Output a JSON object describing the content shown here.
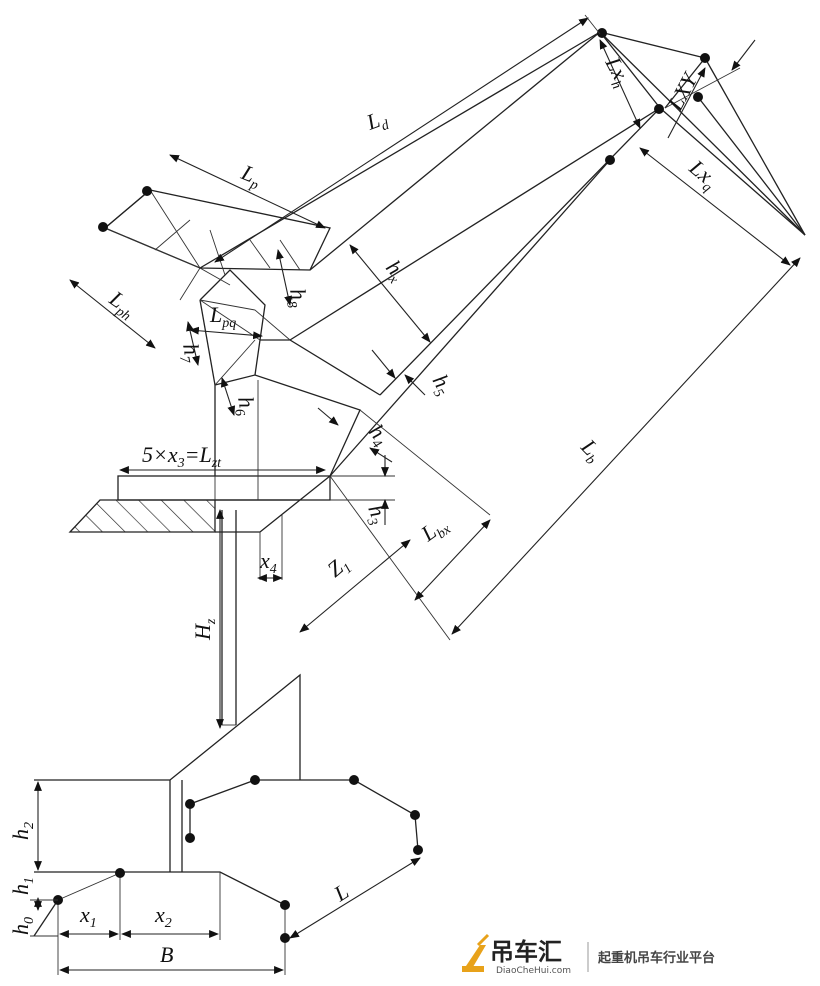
{
  "labels": {
    "Ld": {
      "base": "L",
      "sub": "d"
    },
    "Lp": {
      "base": "L",
      "sub": "p"
    },
    "Lph": {
      "base": "L",
      "sub": "ph"
    },
    "Lpq": {
      "base": "L",
      "sub": "pq"
    },
    "hx": {
      "base": "h",
      "sub": "x"
    },
    "h8": {
      "base": "h",
      "sub": "8"
    },
    "h7": {
      "base": "h",
      "sub": "7"
    },
    "h6": {
      "base": "h",
      "sub": "6"
    },
    "h5": {
      "base": "h",
      "sub": "5"
    },
    "h4": {
      "base": "h",
      "sub": "4"
    },
    "h3": {
      "base": "h",
      "sub": "3"
    },
    "Lxh": {
      "base": "Lx",
      "sub": "h"
    },
    "LXY": {
      "base": "LXY",
      "sub": ""
    },
    "Lxq": {
      "base": "Lx",
      "sub": "q"
    },
    "Lb": {
      "base": "L",
      "sub": "b"
    },
    "Lbx": {
      "base": "L",
      "sub": "bx"
    },
    "Lzt": {
      "pre": "5×x",
      "mid": "3",
      "eq": "=L",
      "sub": "zt"
    },
    "x4": {
      "base": "x",
      "sub": "4"
    },
    "Z1": {
      "base": "Z",
      "sub": "1"
    },
    "Hz": {
      "base": "H",
      "sub": "z"
    },
    "h2": {
      "base": "h",
      "sub": "2"
    },
    "h1": {
      "base": "h",
      "sub": "1"
    },
    "h0": {
      "base": "h",
      "sub": "0"
    },
    "x1": {
      "base": "x",
      "sub": "1"
    },
    "x2": {
      "base": "x",
      "sub": "2"
    },
    "L": {
      "base": "L",
      "sub": ""
    },
    "B": {
      "base": "B",
      "sub": ""
    }
  },
  "watermark": {
    "name": "吊车汇",
    "url": "DiaoCheHui.com",
    "slogan": "起重机吊车行业平台"
  }
}
